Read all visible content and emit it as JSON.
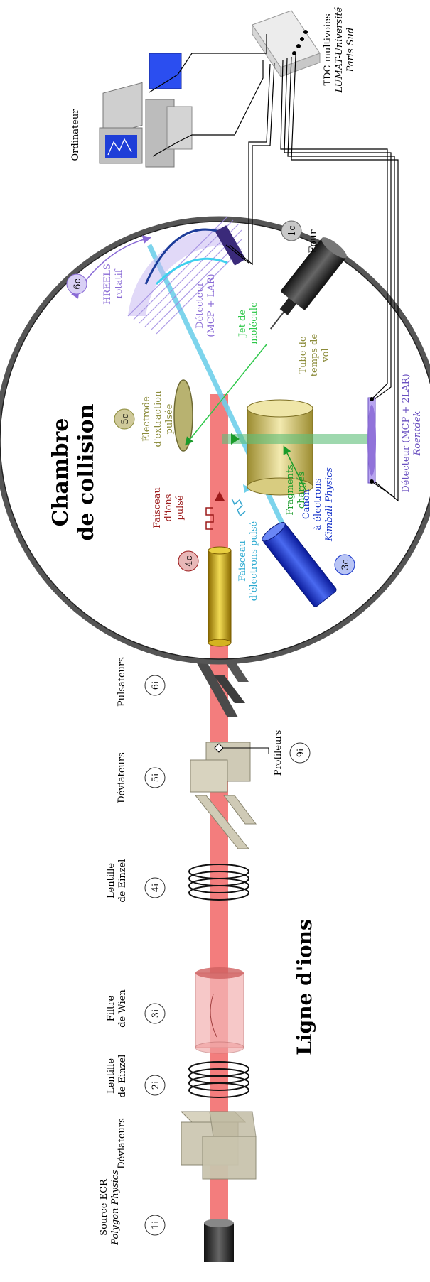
{
  "chamber": {
    "title_line1": "Chambre",
    "title_line2": "de collision",
    "labels": {
      "hreels_1": "HREELS",
      "hreels_2": "rotatif",
      "det_top_1": "Détecteur",
      "det_top_2": "(MCP + LAR)",
      "four": "Four",
      "jet_1": "Jet de",
      "jet_2": "molécule",
      "elec_1": "Électrode",
      "elec_2": "d'extraction",
      "elec_3": "pulsée",
      "tube_1": "Tube de",
      "tube_2": "temps de",
      "tube_3": "vol",
      "frag_1": "Fragments",
      "frag_2": "chargés",
      "ions_1": "Faisceau",
      "ions_2": "d'ions",
      "ions_3": "pulsé",
      "eb_1": "Faisceau",
      "eb_2": "d'électrons pulsé",
      "canon_1": "Canon",
      "canon_2": "à électrons",
      "canon_3": "Kimball Physics",
      "det_bot_1": "Détecteur (MCP + 2LAR)",
      "det_bot_2": "Roentdek"
    },
    "markers": {
      "m1c": "1c",
      "m3c": "3c",
      "m4c": "4c",
      "m5c": "5c",
      "m6c": "6c"
    }
  },
  "external": {
    "ordinateur": "Ordinateur",
    "tdc_1": "TDC multivoies",
    "tdc_2": "LUMAT-Université",
    "tdc_3": "Paris Sud"
  },
  "ion_line": {
    "title": "Ligne d'ions",
    "labels": {
      "source_1": "Source ECR",
      "source_2": "Polygon Physics",
      "dev1": "Déviateurs",
      "einzel1_1": "Lentille",
      "einzel1_2": "de Einzel",
      "wien_1": "Filtre",
      "wien_2": "de Wien",
      "einzel2_1": "Lentille",
      "einzel2_2": "de Einzel",
      "dev2": "Déviateurs",
      "profileurs": "Profileurs",
      "pulsateurs": "Pulsateurs"
    },
    "markers": {
      "m1i": "1i",
      "m2i": "2i",
      "m3i": "3i",
      "m4i": "4i",
      "m5i": "5i",
      "m6i": "6i",
      "m9i": "9i"
    }
  },
  "colors": {
    "ion_beam": "#f26f6f",
    "electron_beam": "#6fd0ea",
    "device_gray": "#cfcab6",
    "gold": "#c9a800",
    "violet": "#8a6bd6",
    "green": "#1a9b2a",
    "dark_red": "#9b1a1a",
    "blue": "#1432c8",
    "olive": "#8b8b3a"
  }
}
